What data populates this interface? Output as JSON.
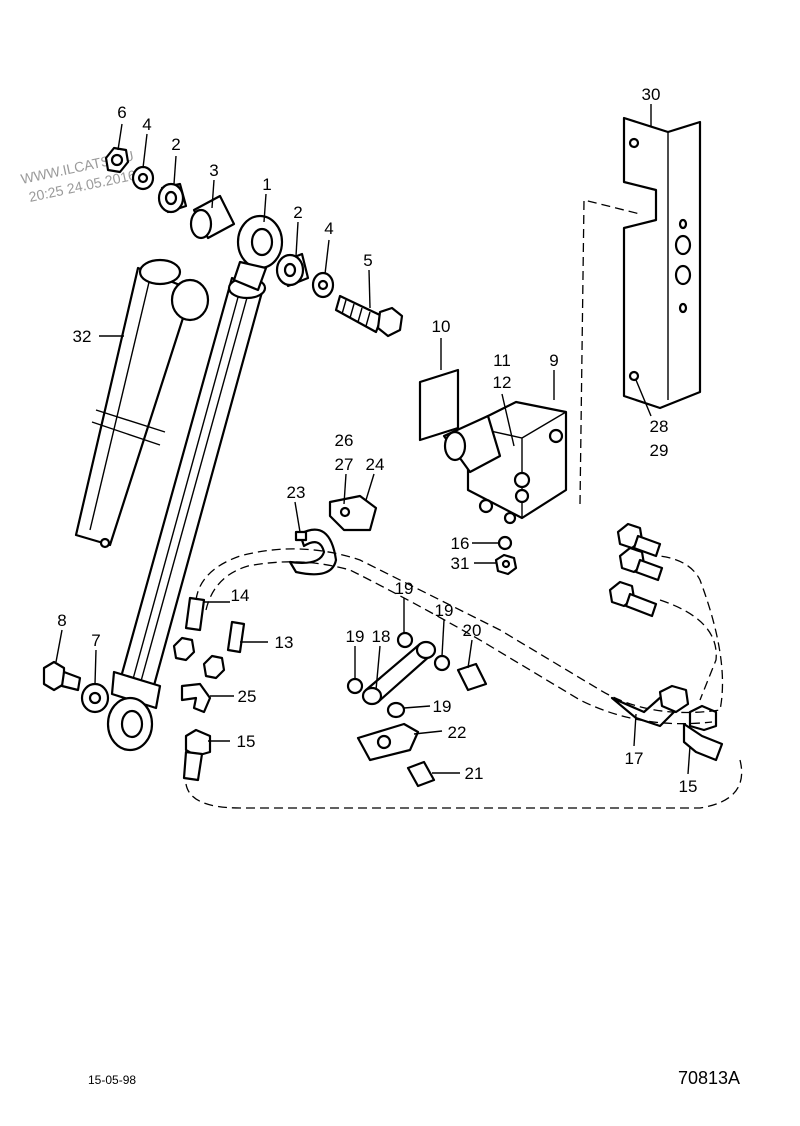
{
  "watermark": {
    "line1": "WWW.ILCATS.RU",
    "line2": "20:25 24.05.2016"
  },
  "labels": {
    "l1": "1",
    "l2a": "2",
    "l2b": "2",
    "l3": "3",
    "l4a": "4",
    "l4b": "4",
    "l5": "5",
    "l6": "6",
    "l7": "7",
    "l8": "8",
    "l9": "9",
    "l10": "10",
    "l11": "11",
    "l12": "12",
    "l13": "13",
    "l14": "14",
    "l15a": "15",
    "l15b": "15",
    "l16": "16",
    "l17": "17",
    "l18": "18",
    "l19a": "19",
    "l19b": "19",
    "l19c": "19",
    "l19d": "19",
    "l20": "20",
    "l21": "21",
    "l22": "22",
    "l23": "23",
    "l24": "24",
    "l25": "25",
    "l26": "26",
    "l27": "27",
    "l28": "28",
    "l29": "29",
    "l30": "30",
    "l31": "31",
    "l32": "32"
  },
  "footer": {
    "date": "15-05-98",
    "drawing_number": "70813A"
  }
}
